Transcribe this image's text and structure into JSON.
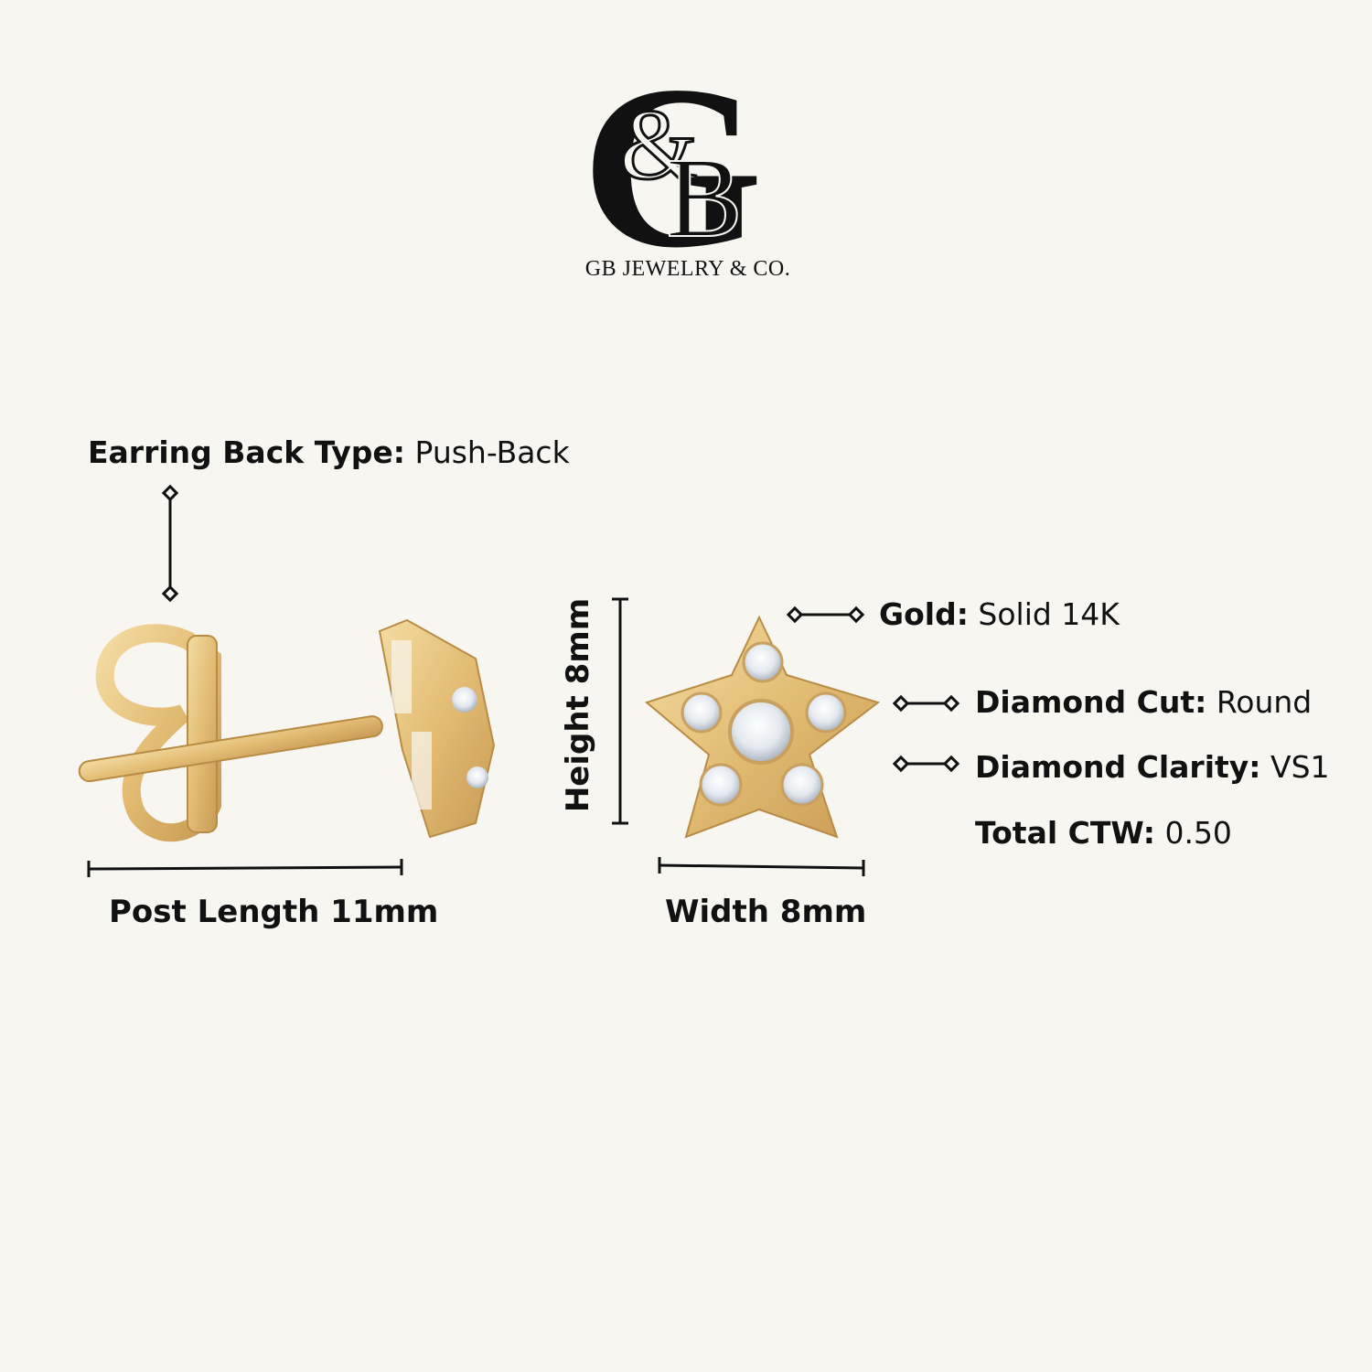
{
  "brand": {
    "logo_letters": "G&B",
    "name": "GB JEWELRY & CO."
  },
  "specs": {
    "back_type": {
      "label": "Earring Back Type:",
      "value": "Push-Back"
    },
    "gold": {
      "label": "Gold:",
      "value": "Solid 14K"
    },
    "cut": {
      "label": "Diamond Cut:",
      "value": "Round"
    },
    "clarity": {
      "label": "Diamond Clarity:",
      "value": "VS1"
    },
    "ctw": {
      "label": "Total CTW:",
      "value": "0.50"
    }
  },
  "dimensions": {
    "post_length": "Post Length 11mm",
    "height": "Height 8mm",
    "width": "Width 8mm"
  },
  "colors": {
    "background": "#f8f6f1",
    "gold": "#e6c27e",
    "gold_dark": "#b88c45",
    "text": "#111111"
  }
}
